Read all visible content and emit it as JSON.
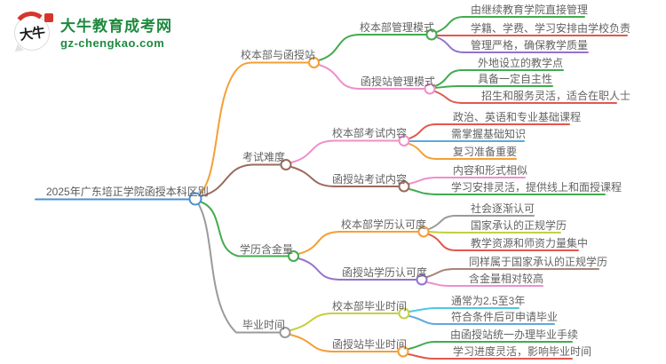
{
  "logo": {
    "badge_text": "大牛",
    "title": "大牛教育成考网",
    "url": "gz-chengkao.com"
  },
  "palette": {
    "root_blue": "#4a90d2",
    "orange": "#f59f35",
    "brown": "#9a6a5c",
    "green": "#43ab4f",
    "gray": "#9a9a9a",
    "pink": "#ee8fcb",
    "purple": "#9572cc",
    "red": "#e2574d",
    "blue": "#5fa8dc",
    "cyan": "#4ec9e0",
    "yellow_green": "#c6cf3e",
    "leaf_brown": "#a8837a",
    "logo_green": "#1f8a3f",
    "logo_red": "#d6352b"
  },
  "map": {
    "root": {
      "label": "2025年广东培正学院函授本科区别",
      "color": "#4a90d2"
    },
    "branches": [
      {
        "label": "校本部与函授站",
        "color": "#f59f35",
        "children": [
          {
            "label": "校本部管理模式",
            "color": "#43ab4f",
            "leaves": [
              {
                "label": "由继续教育学院直接管理",
                "color": "#43ab4f"
              },
              {
                "label": "学籍、学费、学习安排由学校负责",
                "color": "#e2574d"
              },
              {
                "label": "管理严格，确保教学质量",
                "color": "#9572cc"
              }
            ]
          },
          {
            "label": "函授站管理模式",
            "color": "#ee8fcb",
            "leaves": [
              {
                "label": "外地设立的教学点",
                "color": "#43ab4f"
              },
              {
                "label": "具备一定自主性",
                "color": "#43ab4f"
              },
              {
                "label": "招生和服务灵活，适合在职人士",
                "color": "#e2574d"
              }
            ]
          }
        ]
      },
      {
        "label": "考试难度",
        "color": "#9a6a5c",
        "children": [
          {
            "label": "校本部考试内容",
            "color": "#ee8fcb",
            "leaves": [
              {
                "label": "政治、英语和专业基础课程",
                "color": "#e2574d"
              },
              {
                "label": "需掌握基础知识",
                "color": "#5fa8dc"
              },
              {
                "label": "复习准备重要",
                "color": "#f59f35"
              }
            ]
          },
          {
            "label": "函授站考试内容",
            "color": "#9a6a5c",
            "leaves": [
              {
                "label": "内容和形式相似",
                "color": "#ee8fcb"
              },
              {
                "label": "学习安排灵活，提供线上和面授课程",
                "color": "#43ab4f"
              }
            ]
          }
        ]
      },
      {
        "label": "学历含金量",
        "color": "#43ab4f",
        "children": [
          {
            "label": "校本部学历认可度",
            "color": "#f59f35",
            "leaves": [
              {
                "label": "社会逐渐认可",
                "color": "#9a9a9a"
              },
              {
                "label": "国家承认的正规学历",
                "color": "#c6cf3e"
              },
              {
                "label": "教学资源和师资力量集中",
                "color": "#e2574d"
              }
            ]
          },
          {
            "label": "函授站学历认可度",
            "color": "#9572cc",
            "leaves": [
              {
                "label": "同样属于国家承认的正规学历",
                "color": "#a8837a"
              },
              {
                "label": "含金量相对较高",
                "color": "#ee8fcb"
              }
            ]
          }
        ]
      },
      {
        "label": "毕业时间",
        "color": "#9a9a9a",
        "children": [
          {
            "label": "校本部毕业时间",
            "color": "#c6cf3e",
            "leaves": [
              {
                "label": "通常为2.5至3年",
                "color": "#4ec9e0"
              },
              {
                "label": "符合条件后可申请毕业",
                "color": "#5fa8dc"
              }
            ]
          },
          {
            "label": "函授站毕业时间",
            "color": "#f59f35",
            "leaves": [
              {
                "label": "由函授站统一办理毕业手续",
                "color": "#43ab4f"
              },
              {
                "label": "学习进度灵活，影响毕业时间",
                "color": "#e2574d"
              }
            ]
          }
        ]
      }
    ]
  }
}
